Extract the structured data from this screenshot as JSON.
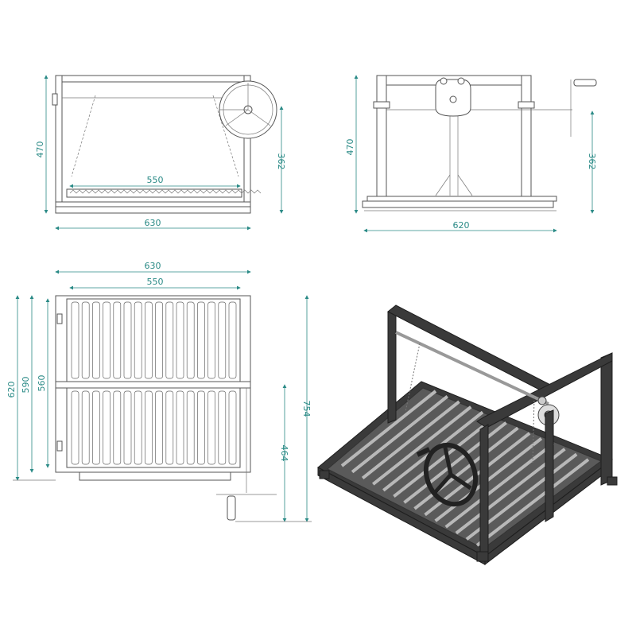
{
  "front_view": {
    "width_dim": "630",
    "grate_width_dim": "550",
    "height_dim": "470",
    "crank_height_dim": "362"
  },
  "side_view": {
    "width_dim": "620",
    "height_dim": "470",
    "crank_height_dim": "362"
  },
  "top_view": {
    "width_dim": "630",
    "grate_width_dim": "550",
    "depth_dim": "620",
    "depth_inner_dim": "590",
    "grate_depth_dim": "560",
    "total_depth_dim": "754",
    "handle_dim": "464"
  },
  "colors": {
    "dimension": "#2a8a86",
    "outline": "#555555",
    "metal_dark": "#3a3a3a"
  }
}
